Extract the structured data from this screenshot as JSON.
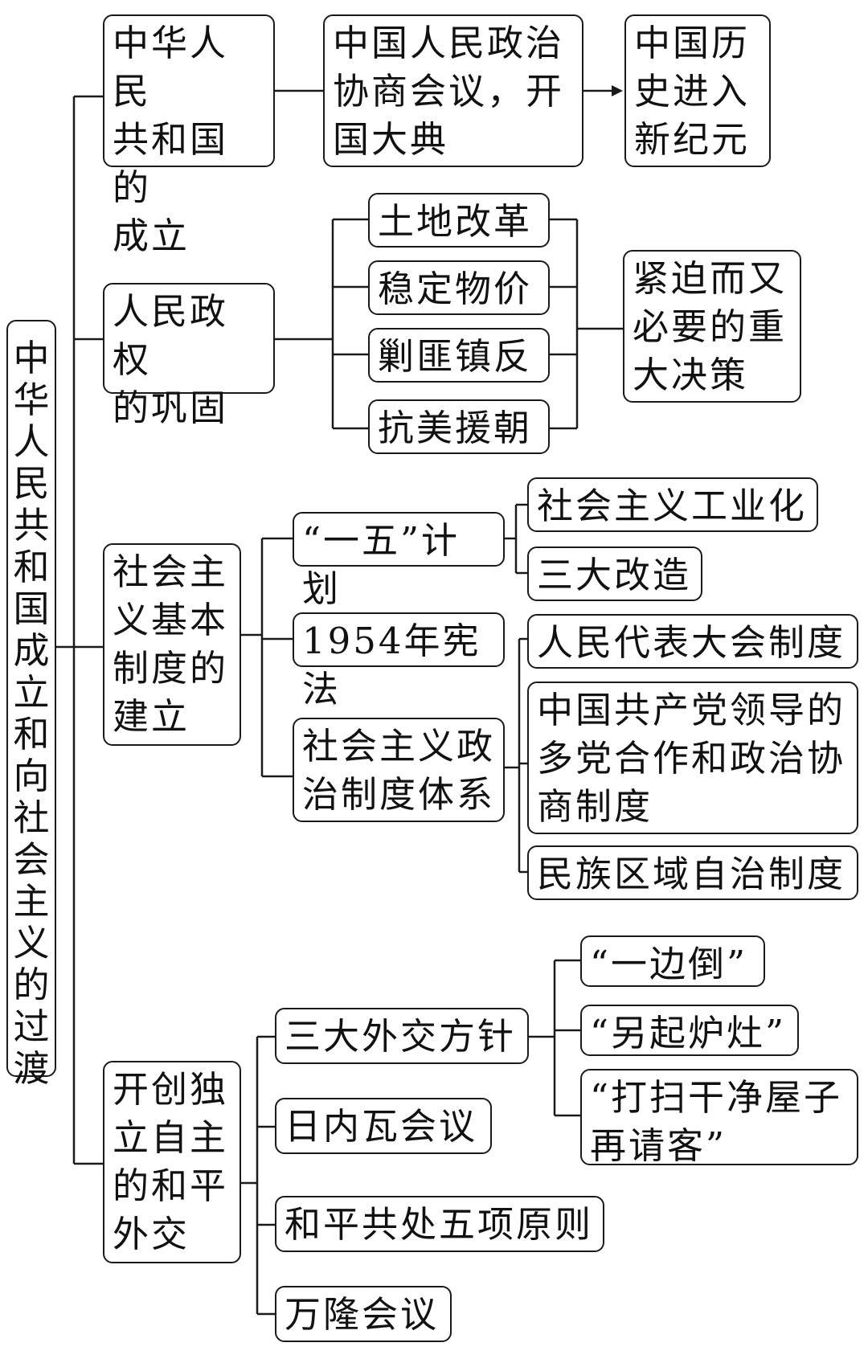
{
  "diagram": {
    "root": "中华人民共和国成立和向社会主义的过渡",
    "branch1": {
      "label": "中华人民\n共和国的\n成立",
      "items": [
        "中国人民政治\n协商会议，开\n国大典"
      ],
      "result": "中国历\n史进入\n新纪元"
    },
    "branch2": {
      "label": "人民政权\n的巩固",
      "items": [
        "土地改革",
        "稳定物价",
        "剿匪镇反",
        "抗美援朝"
      ],
      "result": "紧迫而又\n必要的重\n大决策"
    },
    "branch3": {
      "label": "社会主\n义基本\n制度的\n建立",
      "items": [
        "“一五”计划",
        "1954年宪法",
        "社会主义政\n治制度体系"
      ],
      "plan_results": [
        "社会主义工业化",
        "三大改造"
      ],
      "system_results": [
        "人民代表大会制度",
        "中国共产党领导的\n多党合作和政治协\n商制度",
        "民族区域自治制度"
      ]
    },
    "branch4": {
      "label": "开创独\n立自主\n的和平\n外交",
      "items": [
        "三大外交方针",
        "日内瓦会议",
        "和平共处五项原则",
        "万隆会议"
      ],
      "policies": [
        "“一边倒”",
        "“另起炉灶”",
        "“打扫干净屋子\n再请客”"
      ]
    }
  }
}
